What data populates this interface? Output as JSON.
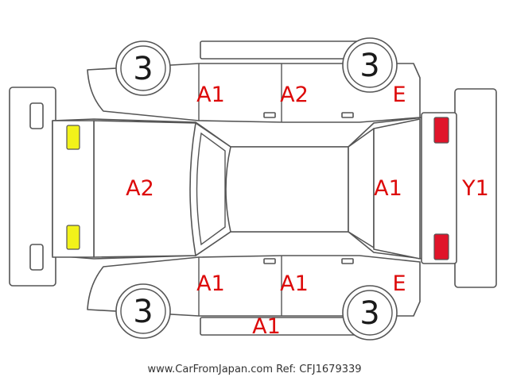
{
  "colors": {
    "outline": "#555555",
    "damage_label": "#dd0a0a",
    "headlight_marker": "#f2f21a",
    "taillight_marker": "#e0142a"
  },
  "wheels": {
    "front_left": "3",
    "rear_left": "3",
    "front_right": "3",
    "rear_right": "3"
  },
  "panels": {
    "roof_front_left": "A1",
    "roof_rear_left": "A2",
    "top_rear_quarter": "E",
    "hood": "A2",
    "rear_window_area": "A1",
    "rear_bumper": "Y1",
    "front_door_right": "A1",
    "rear_door_right": "A1",
    "bottom_rear_quarter": "E",
    "rocker_bottom": "A1"
  },
  "footer": {
    "watermark": "www.CarFromJapan.com Ref: CFJ1679339"
  }
}
